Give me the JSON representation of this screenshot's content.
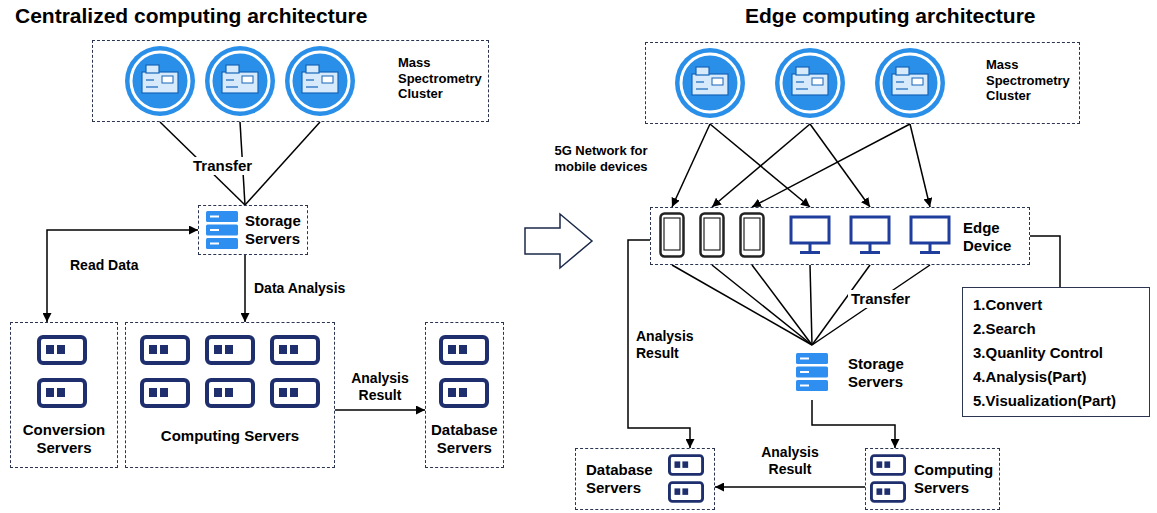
{
  "diagram": {
    "nodes": [
      {
        "text": [
          "Mass Spectrometry Cluster"
        ]
      },
      {
        "text": [
          "Storage Servers"
        ]
      },
      {
        "text": [
          "Conversion Servers"
        ]
      },
      {
        "text": [
          "Computing Servers"
        ]
      },
      {
        "text": [
          "Database Servers"
        ]
      },
      {
        "text": [
          "Mass Spectrometry Cluster"
        ]
      },
      {
        "text": [
          "Edge Device"
        ]
      },
      {
        "text": [
          "1.Convert",
          "2.Search",
          "3.Quanlity Control",
          "4.Analysis(Part)",
          "5.Visualization(Part)"
        ]
      },
      {
        "text": [
          "Storage Servers"
        ]
      },
      {
        "text": [
          "Database Servers"
        ]
      },
      {
        "text": [
          "Computing Servers"
        ]
      }
    ],
    "edges": [
      {
        "from": 0,
        "to": 1,
        "arrow": "none",
        "label": "Transfer"
      },
      {
        "from": 1,
        "to": 2,
        "arrow": "both",
        "label": "Read Data"
      },
      {
        "from": 1,
        "to": 3,
        "arrow": "to",
        "label": "Data Analysis"
      },
      {
        "from": 3,
        "to": 4,
        "arrow": "to",
        "label": "Analysis Result"
      },
      {
        "from": 5,
        "to": 6,
        "arrow": "to",
        "label": "5G Network for mobile devices"
      },
      {
        "from": 6,
        "to": 7,
        "arrow": "none"
      },
      {
        "from": 6,
        "to": 8,
        "arrow": "none",
        "label": "Transfer"
      },
      {
        "from": 8,
        "to": 10,
        "arrow": "to"
      },
      {
        "from": 10,
        "to": 9,
        "arrow": "to",
        "label": "Analysis Result"
      },
      {
        "from": 6,
        "to": 9,
        "arrow": "to",
        "label": "Analysis Result"
      }
    ],
    "labels": [
      "Centralized computing architecture",
      "Edge computing architecture"
    ]
  }
}
